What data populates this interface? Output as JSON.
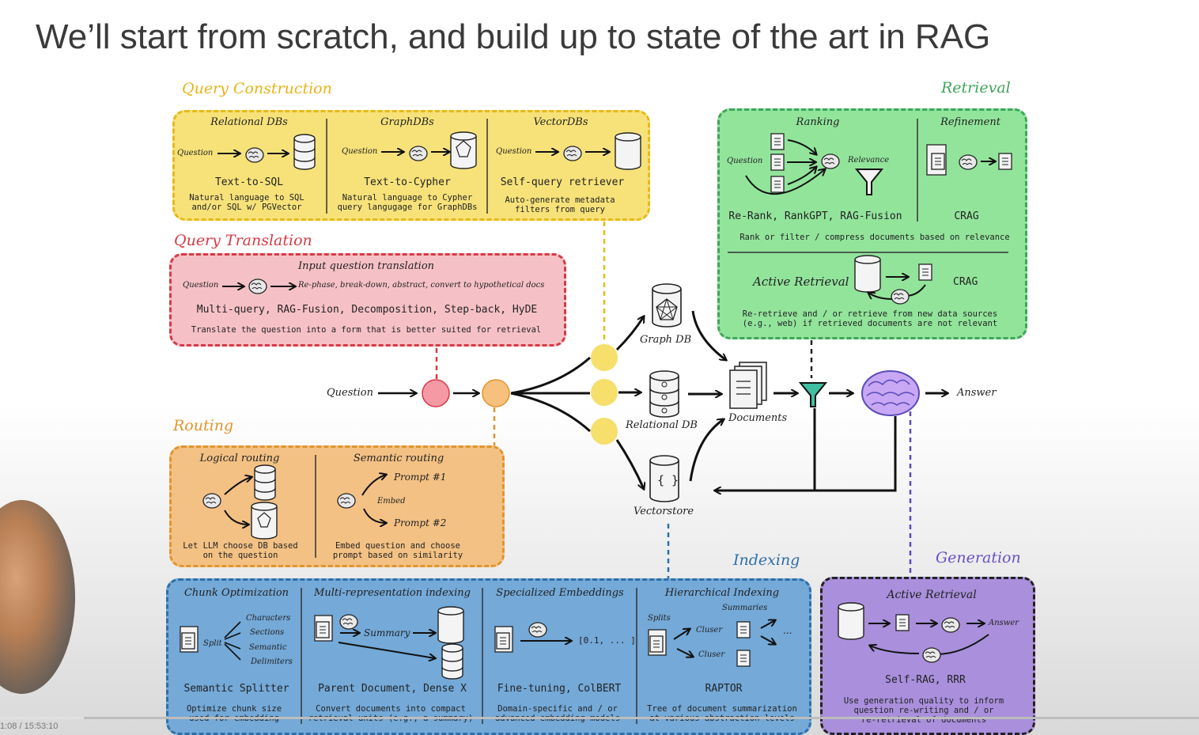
{
  "title": "We’ll start from scratch, and build up to state of the art in RAG",
  "sections": {
    "query_construction": {
      "label": "Query Construction",
      "relational": {
        "heading": "Relational DBs",
        "question": "Question",
        "method": "Text-to-SQL",
        "desc": "Natural language to SQL\nand/or SQL w/ PGVector"
      },
      "graph": {
        "heading": "GraphDBs",
        "question": "Question",
        "method": "Text-to-Cypher",
        "desc": "Natural language to Cypher\nquery langugage for GraphDBs"
      },
      "vector": {
        "heading": "VectorDBs",
        "question": "Question",
        "method": "Self-query retriever",
        "desc": "Auto-generate metadata\nfilters from query"
      }
    },
    "query_translation": {
      "label": "Query Translation",
      "heading": "Input question translation",
      "question": "Question",
      "flow": "Re-phase, break-down, abstract, convert to hypothetical docs",
      "methods": "Multi-query, RAG-Fusion, Decomposition, Step-back, HyDE",
      "desc": "Translate the question into a form that is better suited for retrieval"
    },
    "routing": {
      "label": "Routing",
      "logical": {
        "heading": "Logical routing",
        "desc": "Let LLM choose DB based\non the question"
      },
      "semantic": {
        "heading": "Semantic routing",
        "prompt1": "Prompt #1",
        "embed": "Embed",
        "prompt2": "Prompt #2",
        "desc": "Embed question and choose\nprompt based on similarity"
      }
    },
    "retrieval": {
      "label": "Retrieval",
      "ranking": {
        "heading": "Ranking",
        "question": "Question",
        "relevance": "Relevance",
        "methods": "Re-Rank, RankGPT, RAG-Fusion"
      },
      "refinement": {
        "heading": "Refinement",
        "method": "CRAG"
      },
      "desc": "Rank or filter / compress documents based on relevance",
      "active": {
        "heading": "Active Retrieval",
        "method": "CRAG",
        "desc": "Re-retrieve and / or retrieve from new data sources\n(e.g., web) if retrieved documents are not relevant"
      }
    },
    "center": {
      "question": "Question",
      "graph_db": "Graph DB",
      "relational_db": "Relational DB",
      "vectorstore": "Vectorstore",
      "documents": "Documents",
      "answer": "Answer"
    },
    "indexing": {
      "label": "Indexing",
      "chunk": {
        "heading": "Chunk Optimization",
        "split": "Split",
        "items": [
          "Characters",
          "Sections",
          "Semantic",
          "Delimiters"
        ],
        "method": "Semantic Splitter",
        "desc": "Optimize chunk size\nused for embedding"
      },
      "multi": {
        "heading": "Multi-representation indexing",
        "summary": "Summary",
        "method": "Parent Document, Dense X",
        "desc": "Convert documents into compact\nretrieval units (e.g., a summary)"
      },
      "specialized": {
        "heading": "Specialized Embeddings",
        "vector": "[0.1, ... ]",
        "method": "Fine-tuning, ColBERT",
        "desc": "Domain-specific and / or\nadvanced embedding models"
      },
      "hierarchical": {
        "heading": "Hierarchical Indexing",
        "summaries": "Summaries",
        "splits": "Splits",
        "cluster1": "Cluser",
        "cluster2": "Cluser",
        "ellipsis": "...",
        "method": "RAPTOR",
        "desc": "Tree of document summarization\nat various abstraction levels"
      }
    },
    "generation": {
      "label": "Generation",
      "heading": "Active Retrieval",
      "answer": "Answer",
      "method": "Self-RAG, RRR",
      "desc": "Use generation quality to inform\nquestion re-writing and / or\nre-retrieval of documents"
    }
  },
  "colors": {
    "query_construction": "#f7e27a",
    "query_translation": "#f6c1c6",
    "routing": "#f3c184",
    "retrieval": "#92e49b",
    "indexing": "#74a9d8",
    "generation": "#a98fdc",
    "brain": "#c8a8f5"
  },
  "icons": [
    "brain-icon",
    "database-icon",
    "graph-db-icon",
    "vectorstore-icon",
    "document-icon",
    "filter-icon"
  ],
  "timecode": "1:08 / 15:53:10",
  "video_progress": 0.07
}
